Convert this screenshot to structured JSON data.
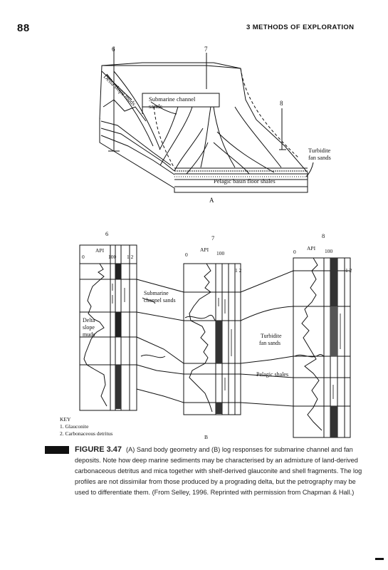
{
  "header": {
    "page_number": "88",
    "chapter": "3 METHODS OF EXPLORATION"
  },
  "figA": {
    "well_labels": [
      "6",
      "7",
      "8"
    ],
    "delta_slope": "Delta slope muds",
    "channel_line1": "Submarine channel",
    "channel_line2": "sands",
    "turbidite_line1": "Turbidite",
    "turbidite_line2": "fan sands",
    "basin": "Pelagic basin floor shales",
    "panel": "A"
  },
  "figB": {
    "well_labels": [
      "6",
      "7",
      "8"
    ],
    "api": "API",
    "tick0": "0",
    "tick100": "100",
    "col12": "1 2",
    "delta_line1": "Delta",
    "delta_line2": "slope",
    "delta_line3": "muds",
    "channel_line1": "Submarine",
    "channel_line2": "channel sands",
    "turbidite_line1": "Turbidite",
    "turbidite_line2": "fan sands",
    "pelagic": "Pelagic shales",
    "key_title": "KEY",
    "key_1": "1.  Glauconite",
    "key_2": "2.  Carbonaceous detritus",
    "panel": "B"
  },
  "caption": {
    "figure": "FIGURE 3.47",
    "text": "(A) Sand body geometry and (B) log responses for submarine channel and fan deposits. Note how deep marine sediments may be characterised by an admixture of land-derived carbonaceous detritus and mica together with shelf-derived glauconite and shell fragments. The log profiles are not dissimilar from those produced by a prograding delta, but the petrography may be used to differentiate them. (From Selley, 1996. Reprinted with permission from Chapman & Hall.)"
  }
}
